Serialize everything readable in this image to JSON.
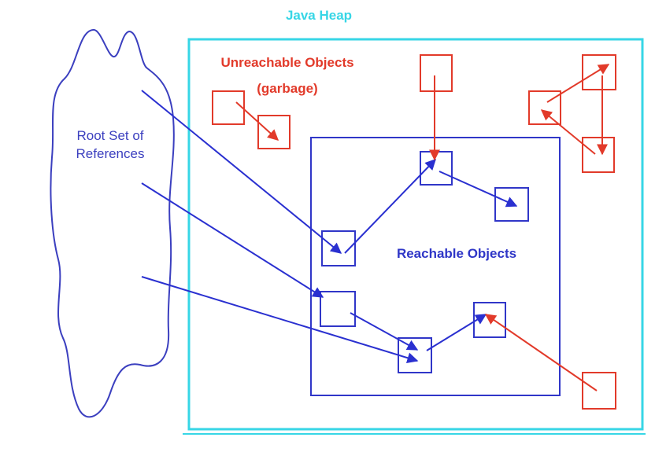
{
  "diagram": {
    "heap_title": "Java Heap",
    "garbage_label_line1": "Unreachable Objects",
    "garbage_label_line2": "(garbage)",
    "root_label_line1": "Root Set of",
    "root_label_line2": "References",
    "reachable_label": "Reachable Objects"
  },
  "colors": {
    "heap_border": "#37d6e6",
    "reachable": "#3036c8",
    "unreachable": "#e23a2a",
    "root_outline": "#3b3fbf"
  }
}
